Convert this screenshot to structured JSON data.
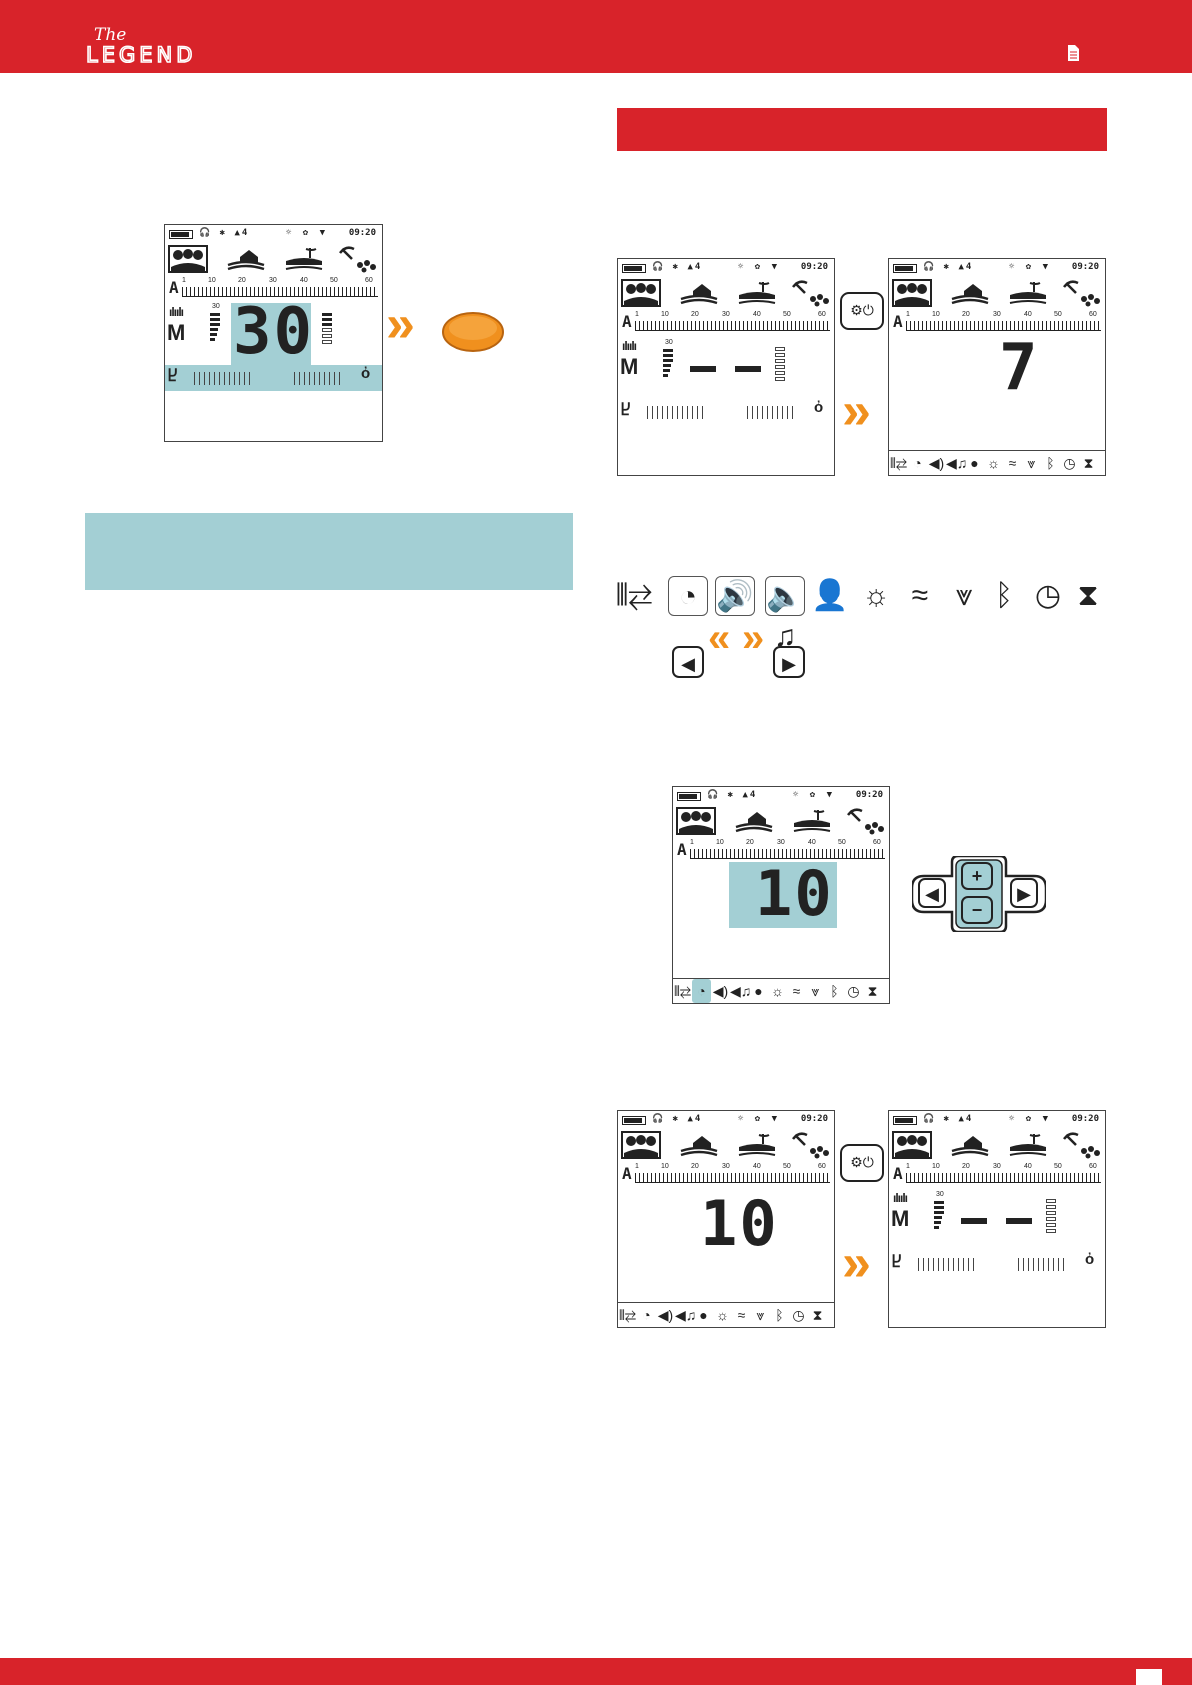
{
  "header": {
    "logo_script": "The",
    "logo_word": "LEGEND",
    "brand_color": "#d8232a"
  },
  "accent": {
    "teal": "#a3cfd4",
    "orange": "#f0901e"
  },
  "lcd": {
    "time": "09:20",
    "top_left_icons": "🎧 ✱ ▲4",
    "top_right_icons": "☼ ✿ ▼",
    "scale_letter": "A",
    "scale_ticks": [
      "1",
      "10",
      "20",
      "30",
      "40",
      "50",
      "60"
    ],
    "mode_letter": "M",
    "gain_label": "30"
  },
  "screens": {
    "s1_value": "30",
    "s2_value": "7",
    "s3_value": "10",
    "s4_value": "10"
  },
  "icons": {
    "settings_button": "⚙⏻",
    "bottom_bar": [
      "⫴⇄",
      "◔",
      "◀)",
      "◀♫",
      "●",
      "☼",
      "≈",
      "⩔",
      "ᛒ",
      "◷",
      "⧗"
    ],
    "large_row": [
      "⫴⇄",
      "◔",
      "🔊",
      "🔈♫",
      "👤",
      "☼",
      "≈",
      "⩔",
      "ᛒ",
      "◷",
      "⧗"
    ],
    "left_arrow": "◀",
    "right_arrow": "▶",
    "plus": "+",
    "minus": "−"
  }
}
